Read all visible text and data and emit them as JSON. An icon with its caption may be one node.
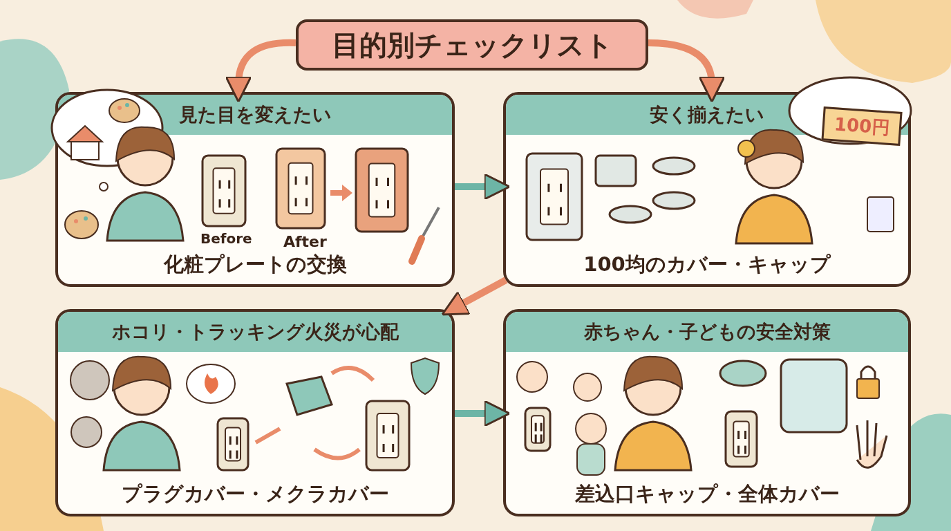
{
  "diagram": {
    "nodes": [
      {
        "text": [
          "目的別チェックリスト"
        ]
      },
      {
        "text": [
          "見た目を変えたい",
          "化粧プレートの交換"
        ]
      },
      {
        "text": [
          "安く揃えたい",
          "100均のカバー・キャップ"
        ]
      },
      {
        "text": [
          "ホコリ・トラッキング火災が心配",
          "プラグカバー・メクラカバー"
        ]
      },
      {
        "text": [
          "赤ちゃん・子どもの安全対策",
          "差込口キャップ・全体カバー"
        ]
      }
    ],
    "edges": [
      {
        "from": 0,
        "to": 1,
        "arrow": "to"
      },
      {
        "from": 0,
        "to": 2,
        "arrow": "to"
      },
      {
        "from": 1,
        "to": 2,
        "arrow": "to",
        "color": "#6db5a6"
      },
      {
        "from": 2,
        "to": 3,
        "arrow": "to"
      },
      {
        "from": 3,
        "to": 4,
        "arrow": "to",
        "color": "#6db5a6"
      }
    ],
    "labels": [
      "Before",
      "After",
      "100円"
    ]
  }
}
